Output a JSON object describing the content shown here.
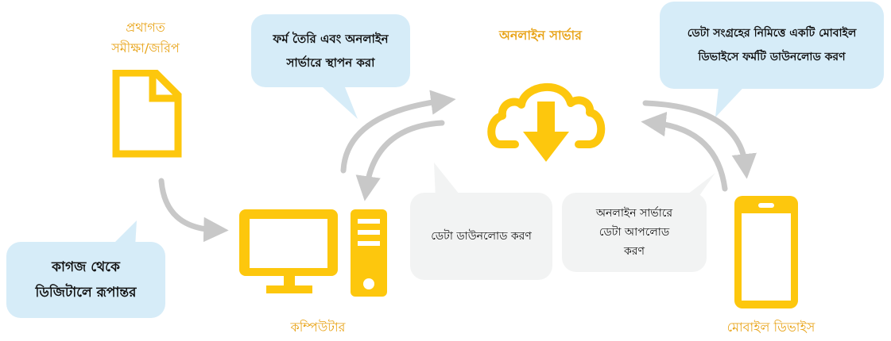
{
  "colors": {
    "accent": "#fdc70d",
    "label": "#e8a317",
    "arrow": "#c8c8c8",
    "bubble_blue": "#d6ecf8",
    "bubble_grey": "#f2f3f3"
  },
  "labels": {
    "traditional_survey": "প্রথাগত\nসমীক্ষা/জরিপ",
    "online_server": "অনলাইন সার্ভার",
    "computer": "কম্পিউটার",
    "mobile_device": "মোবাইল ডিভাইস"
  },
  "bubbles": {
    "create_form": "ফর্ম তৈরি এবং অনলাইন\nসার্ভারে স্থাপন করা",
    "download_to_mobile": "ডেটা সংগ্রহের নিমিত্তে একটি মোবাইল\nডিভাইসে ফর্মটি ডাউনলোড করণ",
    "paper_to_digital": "কাগজ থেকে\nডিজিটালে রূপান্তর",
    "download_data": "ডেটা ডাউনলোড করণ",
    "upload_data": "অনলাইন সার্ভারে\nডেটা আপলোড\nকরণ"
  },
  "icons": [
    "document-icon",
    "computer-icon",
    "cloud-download-icon",
    "mobile-phone-icon"
  ]
}
